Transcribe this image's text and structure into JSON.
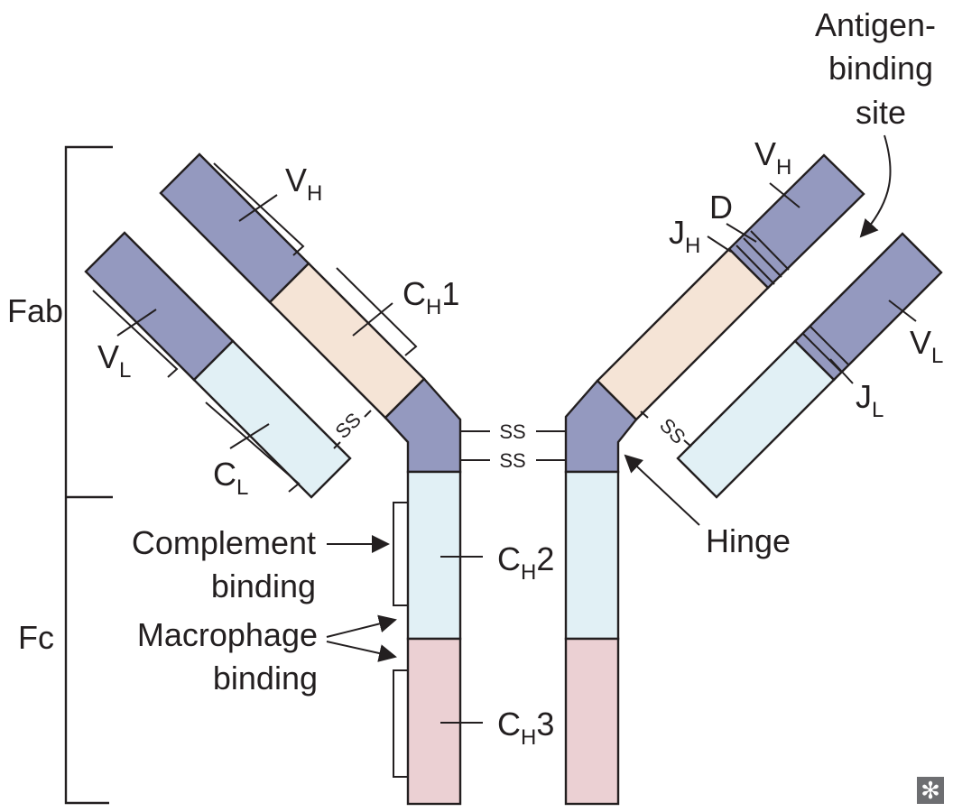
{
  "colors": {
    "variable": "#9499bf",
    "heavy_constant_1": "#f5e4d6",
    "light_constant": "#e1f0f5",
    "heavy_constant_3": "#ebd0d3",
    "line": "#231f20",
    "logo_bg": "#6d6e71"
  },
  "regions": {
    "fab": "Fab",
    "fc": "Fc"
  },
  "domains": {
    "vh_left": {
      "main": "V",
      "sub": "H",
      "tail": ""
    },
    "vl_left": {
      "main": "V",
      "sub": "L",
      "tail": ""
    },
    "ch1": {
      "main": "C",
      "sub": "H",
      "tail": "1"
    },
    "cl": {
      "main": "C",
      "sub": "L",
      "tail": ""
    },
    "ch2": {
      "main": "C",
      "sub": "H",
      "tail": "2"
    },
    "ch3": {
      "main": "C",
      "sub": "H",
      "tail": "3"
    },
    "vh_right": {
      "main": "V",
      "sub": "H",
      "tail": ""
    },
    "d": {
      "main": "D",
      "sub": "",
      "tail": ""
    },
    "jh": {
      "main": "J",
      "sub": "H",
      "tail": ""
    },
    "vl_right": {
      "main": "V",
      "sub": "L",
      "tail": ""
    },
    "jl": {
      "main": "J",
      "sub": "L",
      "tail": ""
    }
  },
  "disulfide": {
    "left_fab": "SS",
    "right_fab": "SS",
    "hinge_upper": "SS",
    "hinge_lower": "SS"
  },
  "annotations": {
    "antigen_binding": [
      "Antigen-",
      "binding",
      "site"
    ],
    "complement_binding": [
      "Complement",
      "binding"
    ],
    "macrophage_binding": [
      "Macrophage",
      "binding"
    ],
    "hinge": "Hinge"
  },
  "logo_icon": "asterisk-icon",
  "logo_glyph": "✻"
}
